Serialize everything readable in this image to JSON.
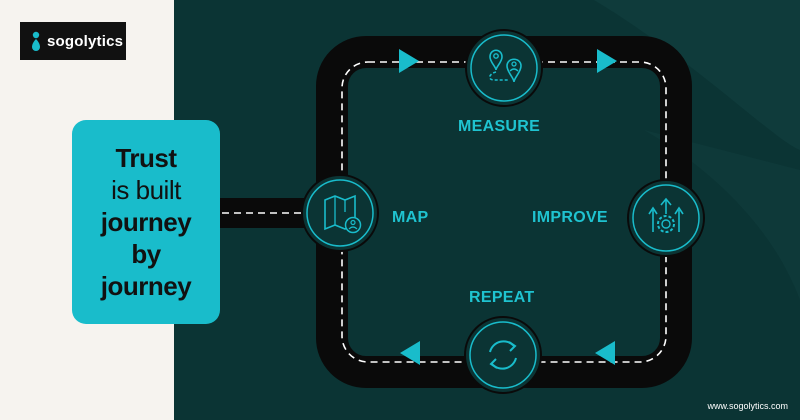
{
  "logo": {
    "text": "sogolytics",
    "icon": "sogolytics-logo-icon"
  },
  "headline": {
    "line1": "Trust",
    "line2": "is built",
    "line3": "journey",
    "line4": "by",
    "line5": "journey"
  },
  "steps": {
    "measure": {
      "label": "MEASURE",
      "icon": "map-pins-route-icon"
    },
    "map": {
      "label": "MAP",
      "icon": "folded-map-person-icon"
    },
    "improve": {
      "label": "IMPROVE",
      "icon": "gear-arrows-up-icon"
    },
    "repeat": {
      "label": "REPEAT",
      "icon": "cycle-arrows-icon"
    }
  },
  "footer": {
    "website": "www.sogolytics.com"
  },
  "colors": {
    "accent": "#19bccb",
    "background": "#0b3434",
    "road": "#0a0a0a",
    "light_panel": "#f6f3ef"
  }
}
